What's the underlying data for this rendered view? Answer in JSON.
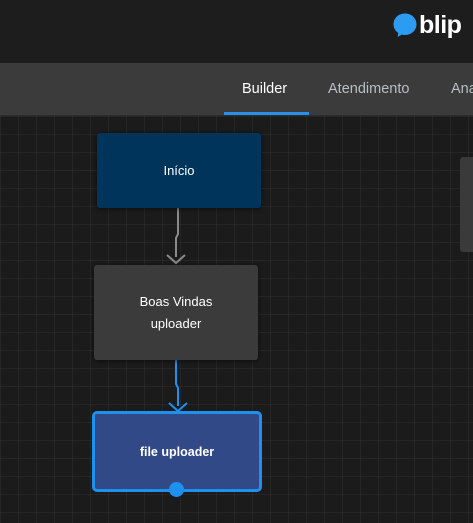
{
  "header": {
    "logo_text": "blip",
    "logo_icon": "chat-bubble-icon",
    "brand_color": "#2b9cf2"
  },
  "tabs": [
    {
      "label": "Builder",
      "active": true
    },
    {
      "label": "Atendimento",
      "active": false
    },
    {
      "label": "Ana",
      "active": false
    }
  ],
  "flow": {
    "nodes": {
      "start": {
        "label": "Início"
      },
      "welcome": {
        "line1": "Boas Vindas",
        "line2": "uploader"
      },
      "file_uploader": {
        "label": "file uploader"
      }
    },
    "colors": {
      "start_node": "#01345a",
      "default_node": "#3b3b3b",
      "selected_node": "#314a87",
      "selected_border": "#1e90ee",
      "connector_default": "#8a8a8a",
      "connector_active": "#1e90ee"
    }
  }
}
